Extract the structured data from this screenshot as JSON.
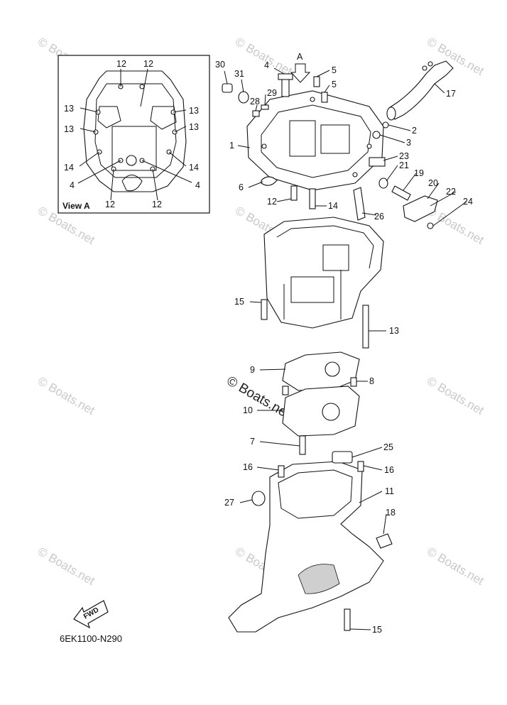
{
  "view_a": {
    "caption": "View A",
    "labels": [
      "12",
      "12",
      "13",
      "13",
      "13",
      "13",
      "14",
      "14",
      "4",
      "4",
      "12",
      "12"
    ]
  },
  "direction_marker": "A",
  "part_numbers": [
    "30",
    "31",
    "4",
    "5",
    "5",
    "28",
    "29",
    "17",
    "2",
    "3",
    "1",
    "23",
    "21",
    "19",
    "20",
    "22",
    "24",
    "6",
    "12",
    "14",
    "26",
    "15",
    "13",
    "9",
    "8",
    "10",
    "7",
    "25",
    "16",
    "16",
    "27",
    "11",
    "18",
    "15"
  ],
  "fwd_label": "FWD",
  "diagram_code": "6EK1100-N290",
  "watermark": {
    "text": "© Boats.net",
    "center_text": "© Boats.net"
  },
  "colors": {
    "line": "#111111",
    "watermark": "#c9c9c9"
  }
}
